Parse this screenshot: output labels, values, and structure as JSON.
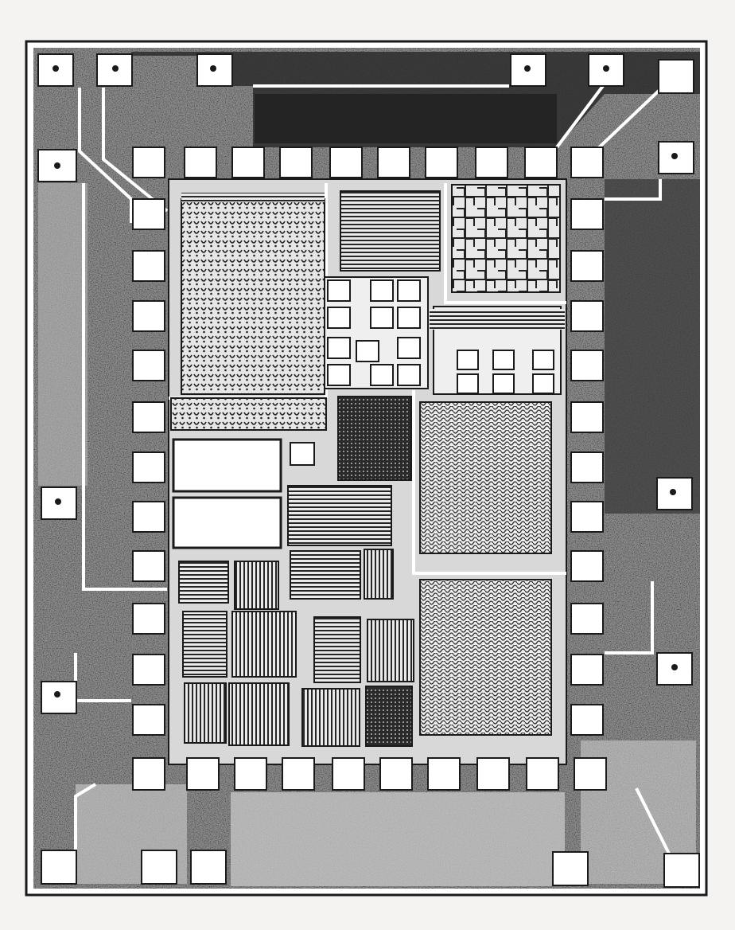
{
  "image": {
    "kind": "integrated circuit die photograph (photocopy)",
    "visible_text": []
  },
  "die": {
    "bond_pad_count": 50,
    "corner_pad_count": 4,
    "colors": {
      "paper": "#f4f3f1",
      "ink": "#1a1a1a",
      "mid": "#6e6e6e",
      "pad": "#ffffff"
    }
  },
  "blocks": [
    {
      "name": "memory-array-upper-left",
      "pattern": "dots"
    },
    {
      "name": "shift-register-top",
      "pattern": "hlines"
    },
    {
      "name": "grid-array-top-right",
      "pattern": "grid"
    },
    {
      "name": "control-logic-center",
      "pattern": "cells"
    },
    {
      "name": "logic-array-dense-center",
      "pattern": "dense"
    },
    {
      "name": "capacitor-upper",
      "pattern": "blank"
    },
    {
      "name": "capacitor-lower",
      "pattern": "blank"
    },
    {
      "name": "array-right-upper",
      "pattern": "weave"
    },
    {
      "name": "array-right-lower",
      "pattern": "weave"
    },
    {
      "name": "register-bank-mid",
      "pattern": "hlines"
    },
    {
      "name": "counter-blocks-lower-left",
      "pattern": "vlines"
    },
    {
      "name": "counter-blocks-lower-center",
      "pattern": "vlines"
    }
  ]
}
